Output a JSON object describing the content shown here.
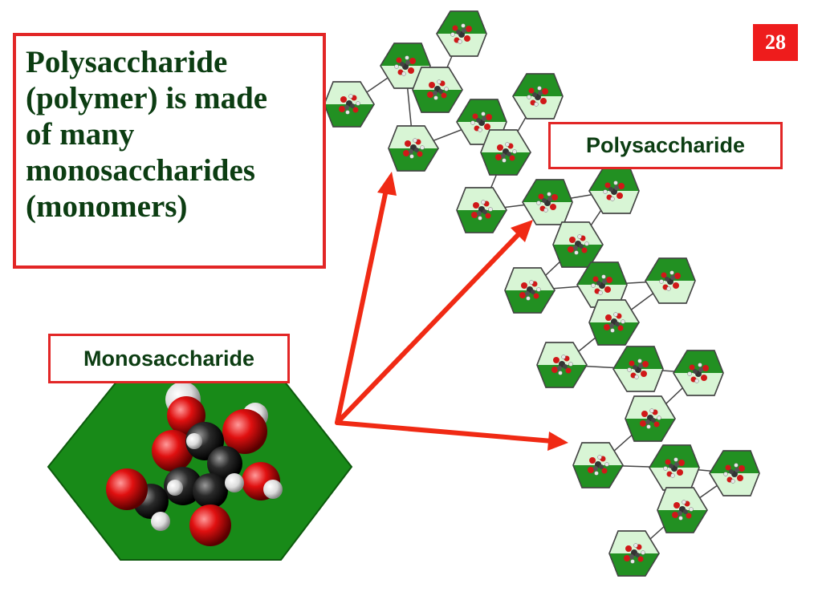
{
  "page_number": "28",
  "main_text": {
    "lines": [
      "Polysaccharide",
      "(polymer) is made",
      "of many",
      "monosaccharides",
      "(monomers)"
    ]
  },
  "labels": {
    "polysaccharide": "Polysaccharide",
    "monosaccharide": "Monosaccharide"
  },
  "colors": {
    "border_red": "#e22626",
    "arrow_red": "#f02a14",
    "text_green": "#0c3d12",
    "hex_dark_green": "#188a18",
    "hex_light_green": "#d8f5d5"
  }
}
